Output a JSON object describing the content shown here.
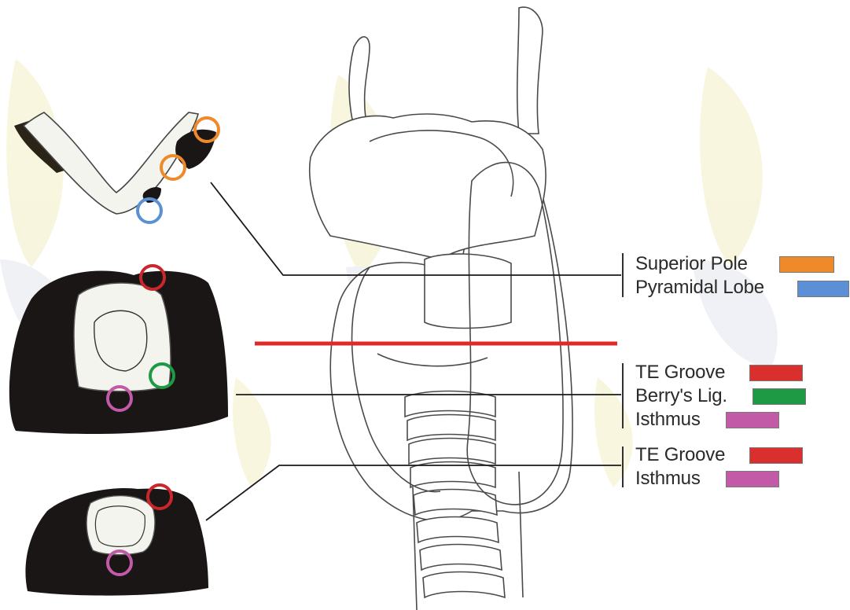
{
  "legend": {
    "group1": [
      {
        "label": "Superior Pole",
        "color": "#ee8a2a"
      },
      {
        "label": "Pyramidal Lobe",
        "color": "#5b8fd6"
      }
    ],
    "group2": [
      {
        "label": "TE Groove",
        "color": "#d9302e"
      },
      {
        "label": "Berry's Lig.",
        "color": "#1f9a44"
      },
      {
        "label": "Isthmus",
        "color": "#c25aa8"
      }
    ],
    "group3": [
      {
        "label": "TE Groove",
        "color": "#d9302e"
      },
      {
        "label": "Isthmus",
        "color": "#c25aa8"
      }
    ]
  },
  "colors": {
    "divider": "#e02a2a",
    "tissue": "#1a1616",
    "watermark": "#f3eec4",
    "watermark_gray": "#e4e6ee"
  },
  "icons": {
    "main": "thyroid-larynx-trachea-anterior-view-illustration",
    "section1": "v-shaped-thyroid-cartilage-cross-section",
    "section2": "cricoid-level-cross-section",
    "section3": "tracheal-level-cross-section"
  }
}
